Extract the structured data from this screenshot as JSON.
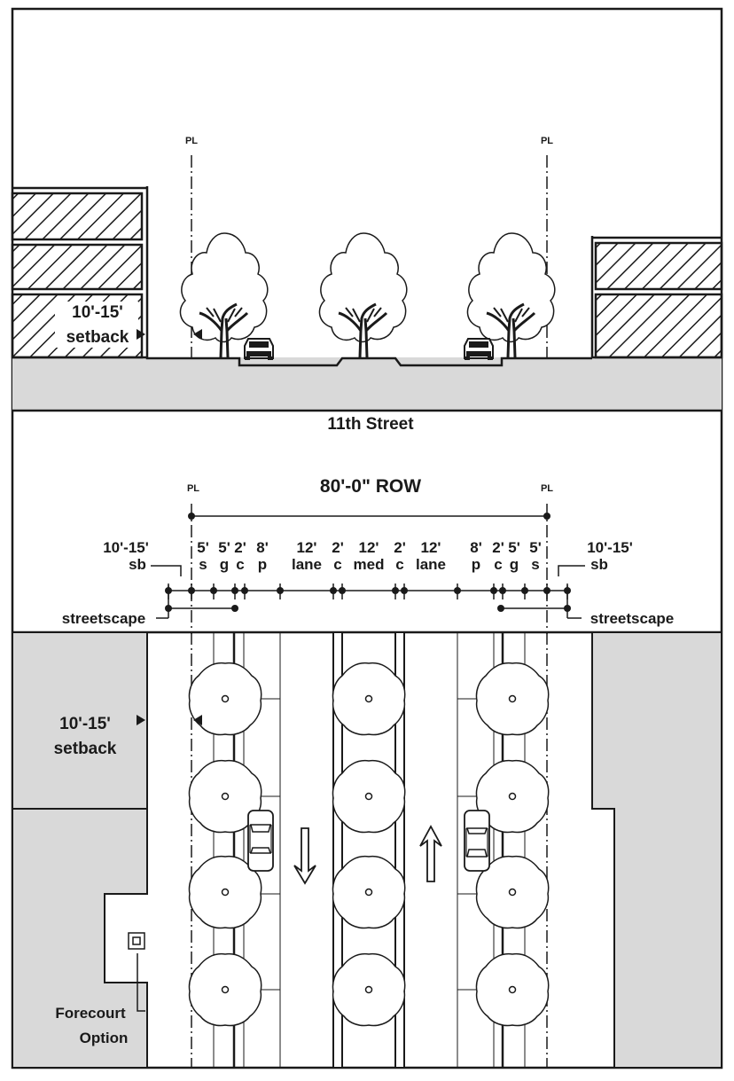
{
  "labels": {
    "pl": "PL",
    "street_name": "11th Street",
    "row": "80'-0\" ROW",
    "setback_value": "10'-15'",
    "setback_word": "setback",
    "sb_value": "10'-15'",
    "sb_word": "sb",
    "streetscape": "streetscape",
    "forecourt_line1": "Forecourt",
    "forecourt_line2": "Option"
  },
  "dimensions": [
    {
      "value": "5'",
      "abbr": "s"
    },
    {
      "value": "5'",
      "abbr": "g"
    },
    {
      "value": "2'",
      "abbr": "c"
    },
    {
      "value": "8'",
      "abbr": "p"
    },
    {
      "value": "12'",
      "abbr": "lane"
    },
    {
      "value": "2'",
      "abbr": "c"
    },
    {
      "value": "12'",
      "abbr": "med"
    },
    {
      "value": "2'",
      "abbr": "c"
    },
    {
      "value": "12'",
      "abbr": "lane"
    },
    {
      "value": "8'",
      "abbr": "p"
    },
    {
      "value": "2'",
      "abbr": "c"
    },
    {
      "value": "5'",
      "abbr": "g"
    },
    {
      "value": "5'",
      "abbr": "s"
    }
  ],
  "colors": {
    "ink": "#1a1a1a",
    "paving_gray": "#d9d9d9",
    "white": "#ffffff"
  }
}
